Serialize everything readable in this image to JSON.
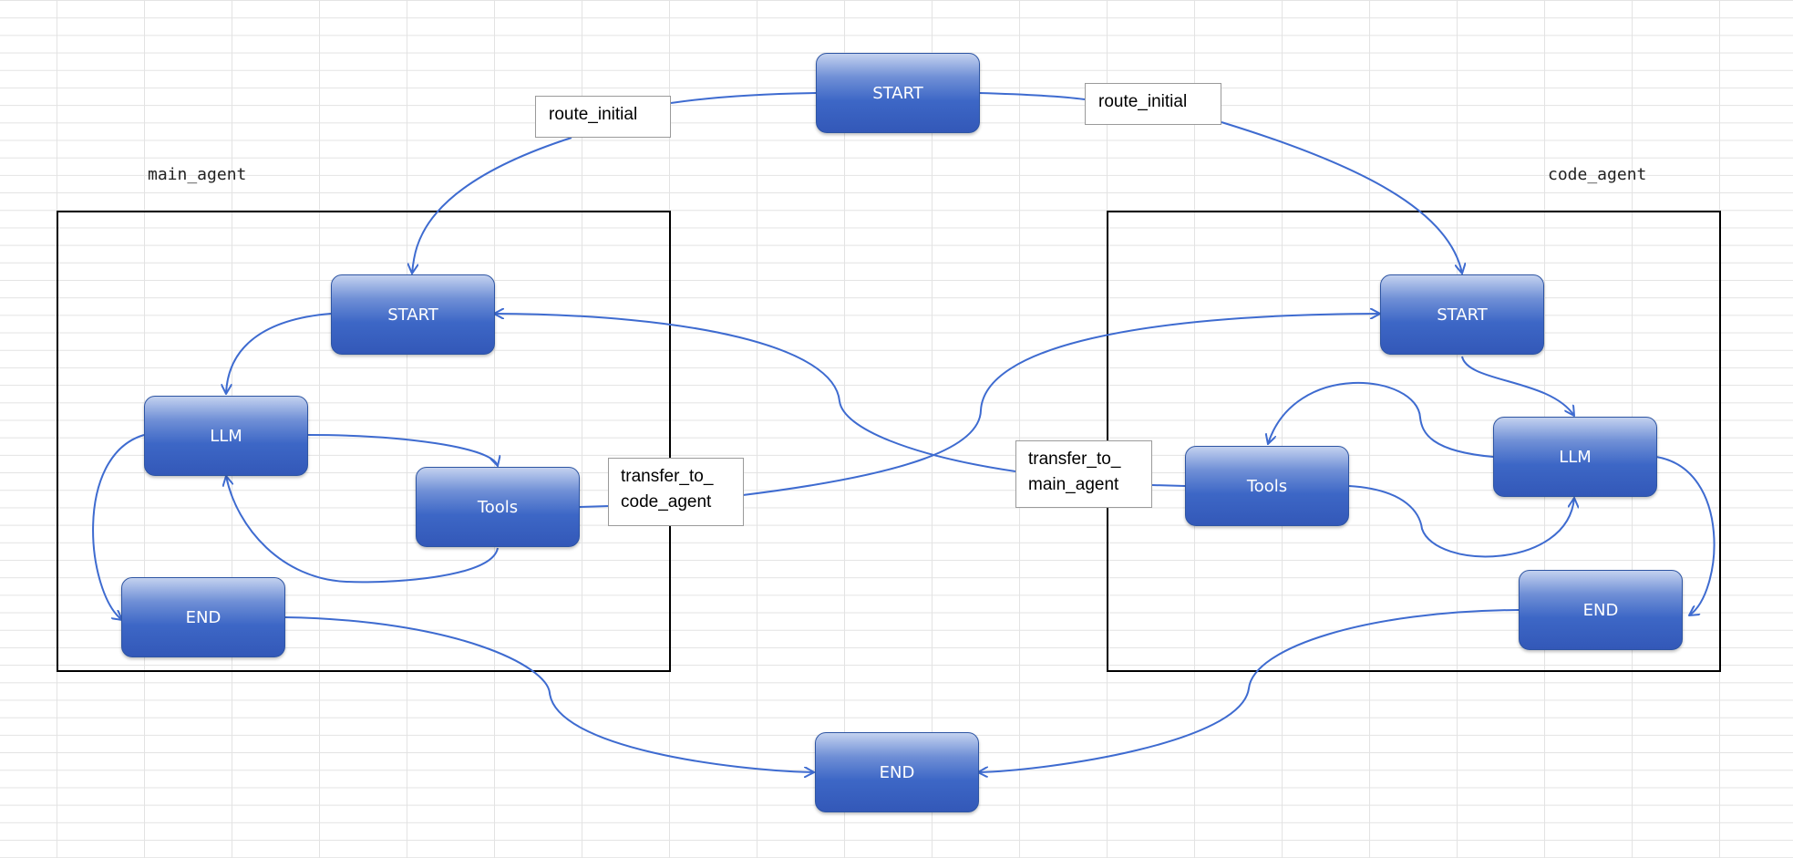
{
  "containers": {
    "main": {
      "label": "main_agent"
    },
    "code": {
      "label": "code_agent"
    }
  },
  "nodes": {
    "top_start": "START",
    "bottom_end": "END",
    "main_start": "START",
    "main_llm": "LLM",
    "main_tools": "Tools",
    "main_end": "END",
    "code_start": "START",
    "code_llm": "LLM",
    "code_tools": "Tools",
    "code_end": "END"
  },
  "edge_labels": {
    "route_initial_left": "route_initial",
    "route_initial_right": "route_initial",
    "transfer_to_code_agent": "transfer_to_\ncode_agent",
    "transfer_to_main_agent": "transfer_to_\nmain_agent"
  },
  "colors": {
    "node_fill": "#3d67c6",
    "edge": "#3e6bd0",
    "frame": "#000000"
  }
}
